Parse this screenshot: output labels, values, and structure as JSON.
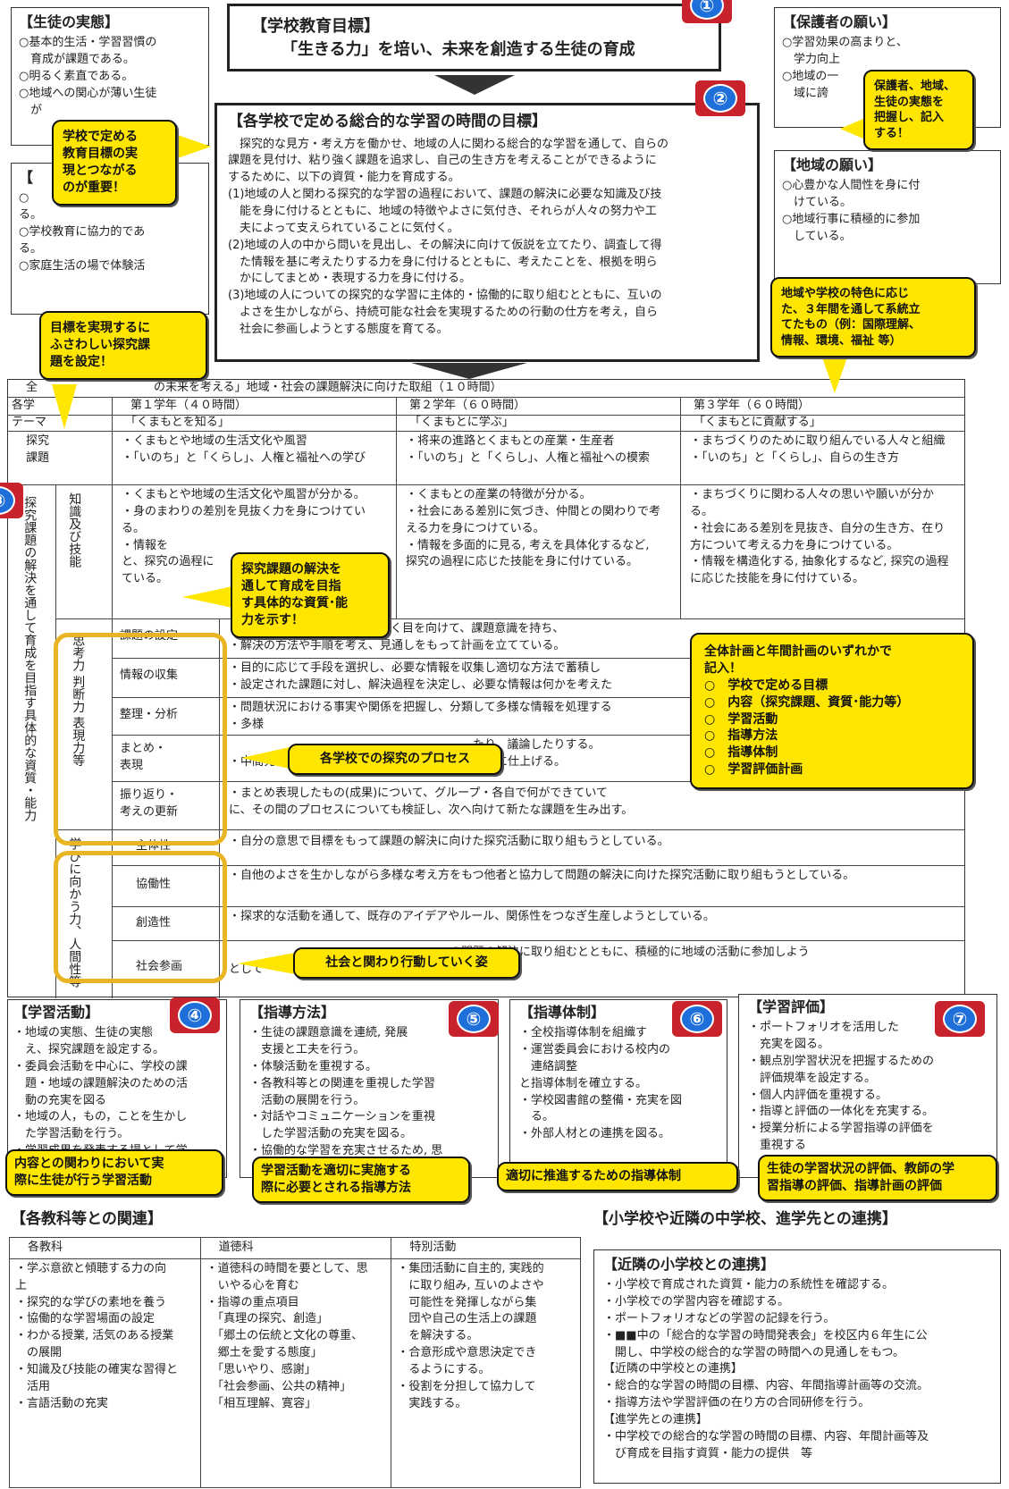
{
  "top_goal": {
    "title": "【学校教育目標】",
    "body": "「生きる力」を培い、未来を創造する生徒の育成",
    "badge": "①"
  },
  "students": {
    "title": "【生徒の実態】",
    "lines": [
      "○基本的生活・学習習慣の",
      "　育成が課題である。",
      "○明るく素直である。",
      "○地域への関心が薄い生徒",
      "　が"
    ]
  },
  "parents": {
    "title": "【保護者の願い】",
    "lines": [
      "○学習効果の高まりと、",
      "　学力向上",
      "○地域の一",
      "　域に誇"
    ]
  },
  "community": {
    "title": "【地域の願い】",
    "lines": [
      "○心豊かな人間性を身に付",
      "　けている。",
      "○地域行事に積極的に参加",
      "　している。"
    ]
  },
  "school_self": {
    "title": "【",
    "lines": [
      "○",
      "る。",
      "○学校教育に協力的であ",
      "る。",
      "○家庭生活の場で体験活"
    ]
  },
  "integrated_goal": {
    "badge": "②",
    "title": "【各学校で定める総合的な学習の時間の目標】",
    "lines": [
      "　探究的な見方・考え方を働かせ、地域の人に関わる総合的な学習を通して、自らの",
      "課題を見付け、粘り強く課題を追求し、自己の生き方を考えることができるように",
      "するために、以下の資質・能力を育成する。",
      "(1)地域の人と関わる探究的な学習の過程において、課題の解決に必要な知識及び技",
      "　能を身に付けるとともに、地域の特徴やよさに気付き、それらが人々の努力や工",
      "　夫によって支えられていることに気付く。",
      "(2)地域の人の中から問いを見出し、その解決に向けて仮説を立てたり、調査して得",
      "　た情報を基に考えたりする力を身に付けるとともに、考えたことを、根拠を明ら",
      "　かにしてまとめ・表現する力を身に付ける。",
      "(3)地域の人についての探究的な学習に主体的・協働的に取り組むとともに、互いの",
      "　よさを生かしながら、持続可能な社会を実現するための行動の仕方を考え，自ら",
      "　社会に参画しようとする態度を育てる。"
    ]
  },
  "callouts": {
    "c1": "学校で定める\n教育目標の実\n現とつながる\nのが重要！",
    "c2": "保護者、地域、\n生徒の実態を\n把握し、記入\nする！",
    "c3": "目標を実現するに\nふさわしい探究課\n題を設定！",
    "c4": "地域や学校の特色に応じ\nた、３年間を通して系統立\nてたもの（例：国際理解、\n情報、環境、福祉 等）",
    "c5": "探究課題の解決を\n通して育成を目指\nす具体的な資質･能\n力を示す！",
    "c6": "全体計画と年間計画のいずれかで\n記入！\n○　学校で定める目標\n○　内容（探究課題、資質･能力等）\n○　学習活動\n○　指導方法\n○　指導体制\n○　学習評価計画",
    "c7": "各学校での探究のプロセス",
    "c8": "社会と関わり行動していく姿",
    "c9": "内容との関わりにおいて実\n際に生徒が行う学習活動",
    "c10": "学習活動を適切に実施する\n際に必要とされる指導方法",
    "c11": "適切に推進するための指導体制",
    "c12": "生徒の学習状況の評価、教師の学\n習指導の評価、指導計画の評価"
  },
  "plan": {
    "header": "全　　　　　　　　　　の未来を考える」地域・社会の課題解決に向けた取組（１０時間）",
    "col0": "各学",
    "grades": [
      "第１学年（４０時間）",
      "第２学年（６０時間）",
      "第３学年（６０時間）"
    ],
    "theme_label": "テーマ",
    "themes": [
      "「くまもとを知る」",
      "「くまもとに学ぶ」",
      "「くまもとに貢献する」"
    ],
    "topics_label": "探究\n課題",
    "topics": [
      "・くまもとや地域の生活文化や風習\n・「いのち」と「くらし」、人権と福祉への学び",
      "・将来の進路とくまもとの産業・生産者\n・「いのち」と「くらし」、人権と福祉への模索",
      "・まちづくりのために取り組んでいる人々と組織\n・「いのち」と「くらし」、自らの生き方"
    ],
    "side_label": "探究課題の解決を通して育成を目指す具体的な資質・能力",
    "badge": "③",
    "knowledge_label": "知識及び技能",
    "knowledge": [
      "・くまもとや地域の生活文化や風習が分かる。\n・身のまわりの差別を見抜く力を身につけている。\n・情報を\nと、探究の過程に\nている。",
      "・くまもとの産業の特徴が分かる。\n・社会にある差別に気づき、仲間との関わりで考える力を身につけている。\n・情報を多面的に見る, 考えを具体化するなど,\n探究の過程に応じた技能を身に付けている。",
      "・まちづくりに関わる人々の思いや願いが分かる。\n・社会にある差別を見抜き、自分の生き方、在り方について考える力を身につけている。\n・情報を構造化する, 抽象化するなど, 探究の過程に応じた技能を身に付けている。"
    ],
    "thinking_label": "思考力 判断力 表現力等",
    "thinking_rows": [
      {
        "label": "課題の設定",
        "text": "・自分にとって社会の現状に広く目を向けて、課題意識を持ち、\n・解決の方法や手順を考え、見通しをもって計画を立てている。"
      },
      {
        "label": "情報の収集",
        "text": "・目的に応じて手段を選択し、必要な情報を収集し適切な方法で蓄積し\n・設定された課題に対し、解決過程を決定し、必要な情報は何かを考えた"
      },
      {
        "label": "整理・分析",
        "text": "・問題状況における事実や関係を把握し、分類して多様な情報を処理する\n・多様"
      },
      {
        "label": "まとめ・\n表現",
        "text": "　　　　　　　　　　　　　　　　　　　　　たり、議論したりする。\n・中間発表や最終発表を行い、まず　発表やまとめに仕上げる。"
      },
      {
        "label": "振り返り・\n考えの更新",
        "text": "・まとめ表現したもの(成果)について、グループ・各自で何ができていて\nに、その間のプロセスについても検証し、次へ向けて新たな課題を生み出す。"
      }
    ],
    "attitude_label": "学びに向かう力、人間性等",
    "attitude_rows": [
      {
        "label": "主体性",
        "text": "・自分の意思で目標をもって課題の解決に向けた探究活動に取り組もうとしている。"
      },
      {
        "label": "協働性",
        "text": "・自他のよさを生かしながら多様な考え方をもつ他者と協力して問題の解決に向けた探究活動に取り組もうとしている。"
      },
      {
        "label": "創造性",
        "text": "・探求的な活動を通して、既存のアイデアやルール、関係性をつなぎ生産しようとしている。"
      },
      {
        "label": "社会参画",
        "text": "　　　　　　　　　　　　　　　　　　　の問題の解決に取り組むとともに、積極的に地域の活動に参加しよう\nとして"
      }
    ]
  },
  "learning": {
    "title": "【学習活動】",
    "badge": "④",
    "lines": [
      "・地域の実態、生徒の実態",
      "　え、探究課題を設定する。",
      "・委員会活動を中心に、学校の課",
      "　題・地域の課題解決のための活",
      "　動の充実を図る",
      "・地域の人，もの，ことを生かし",
      "　た学習活動を行う。",
      "・学習成果を発表する場として学"
    ]
  },
  "teaching": {
    "title": "【指導方法】",
    "badge": "⑤",
    "lines": [
      "・生徒の課題意識を連続, 発展",
      "　支援と工夫を行う。",
      "・体験活動を重視する。",
      "・各教科等との関連を重視した学習",
      "　活動の展開を行う。",
      "・対話やコミュニケーションを重視",
      "　した学習活動の充実を図る。",
      "・協働的な学習を充実させるため, 思"
    ]
  },
  "system": {
    "title": "【指導体制】",
    "badge": "⑥",
    "lines": [
      "・全校指導体制を組織す",
      "・運営委員会における校内の",
      "　連絡調整",
      "と指導体制を確立する。",
      "・学校図書館の整備・充実を図",
      "　る。",
      "・外部人材との連携を図る。"
    ]
  },
  "evaluation": {
    "title": "【学習評価】",
    "badge": "⑦",
    "lines": [
      "・ポートフォリオを活用した",
      "　充実を図る。",
      "・観点別学習状況を把握するための",
      "　評価規準を設定する。",
      "・個人内評価を重視する。",
      "・指導と評価の一体化を充実する。",
      "・授業分析による学習指導の評価を",
      "　重視する"
    ]
  },
  "subjects": {
    "heading": "【各教科等との関連】",
    "cols": [
      "各教科",
      "道徳科",
      "特別活動"
    ],
    "cells": [
      "・学ぶ意欲と傾聴する力の向\n上\n・探究的な学びの素地を養う\n・協働的な学習場面の設定\n・わかる授業, 活気のある授業\n　の展開\n・知識及び技能の確実な習得と\n　活用\n・言語活動の充実",
      "・道徳科の時間を要として、思\n　いやる心を育む\n・指導の重点項目\n　「真理の探究、創造」\n　「郷土の伝統と文化の尊重、\n　郷土を愛する態度」\n　「思いやり、感謝」\n　「社会参画、公共の精神」\n　「相互理解、寛容」",
      "・集団活動に自主的, 実践的\n　に取り組み, 互いのよさや\n　可能性を発揮しながら集\n　団や自己の生活上の課題\n　を解決する。\n・合意形成や意思決定でき\n　るようにする。\n・役割を分担して協力して\n　実践する。"
    ]
  },
  "links": {
    "heading": "【小学校や近隣の中学校、進学先との連携】",
    "title": "【近隣の小学校との連携】",
    "lines": [
      "・小学校で育成された資質・能力の系統性を確認する。",
      "・小学校での学習内容を確認する。",
      "・ポートフォリオなどの学習の記録を行う。",
      "・■■中の「総合的な学習の時間発表会」を校区内６年生に公",
      "　開し、中学校の総合的な学習の時間への見通しをもつ。",
      "【近隣の中学校との連携】",
      "・総合的な学習の時間の目標、内容、年間指導計画等の交流。",
      "・指導方法や学習評価の在り方の合同研修を行う。",
      "【進学先との連携】",
      "・中学校での総合的な学習の時間の目標、内容、年間計画等及",
      "　び育成を目指す資質・能力の提供　等"
    ]
  }
}
